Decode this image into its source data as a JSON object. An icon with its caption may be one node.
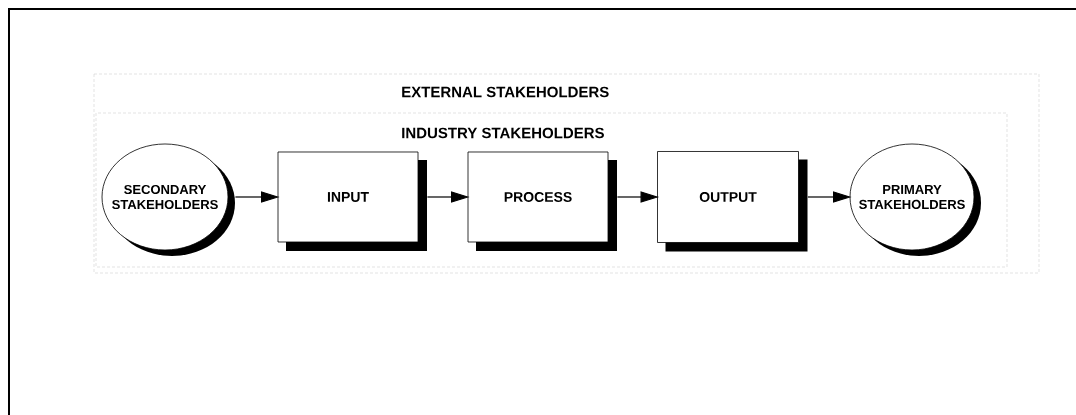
{
  "diagram": {
    "nodes": [
      {
        "text": [
          "EXTERNAL STAKEHOLDERS"
        ]
      },
      {
        "text": [
          "INDUSTRY STAKEHOLDERS"
        ],
        "in": 0
      },
      {
        "text": [
          "SECONDARY STAKEHOLDERS"
        ],
        "in": 1
      },
      {
        "text": [
          "INPUT"
        ],
        "in": 1
      },
      {
        "text": [
          "PROCESS"
        ],
        "in": 1
      },
      {
        "text": [
          "OUTPUT"
        ],
        "in": 1
      },
      {
        "text": [
          "PRIMARY STAKEHOLDERS"
        ],
        "in": 1
      }
    ],
    "edges": [
      {
        "from": 2,
        "to": 3,
        "arrow": "to"
      },
      {
        "from": 3,
        "to": 4,
        "arrow": "to"
      },
      {
        "from": 4,
        "to": 5,
        "arrow": "to"
      },
      {
        "from": 5,
        "to": 6,
        "arrow": "to"
      }
    ]
  }
}
